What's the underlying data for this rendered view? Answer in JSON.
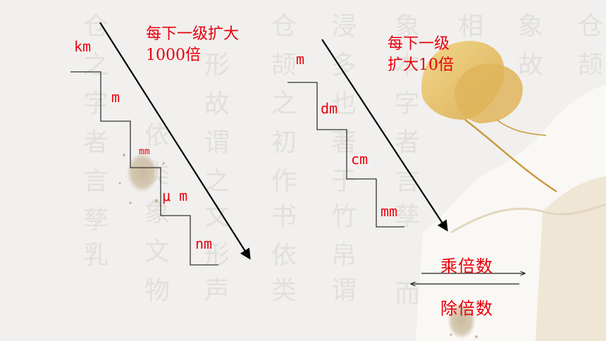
{
  "left_diagram": {
    "caption_line1": "每下一级扩大",
    "caption_line2": "1000倍",
    "units": [
      "km",
      "m",
      "mm",
      "μ m",
      "nm"
    ]
  },
  "right_diagram": {
    "caption_line1": "每下一级",
    "caption_line2": "扩大10倍",
    "units": [
      "m",
      "dm",
      "cm",
      "mm"
    ]
  },
  "operations": {
    "multiply": "乘倍数",
    "divide": "除倍数"
  },
  "colors": {
    "text_red": "#e8000b",
    "line": "#333333",
    "arrow": "#000000",
    "background": "#f1f0ee"
  }
}
